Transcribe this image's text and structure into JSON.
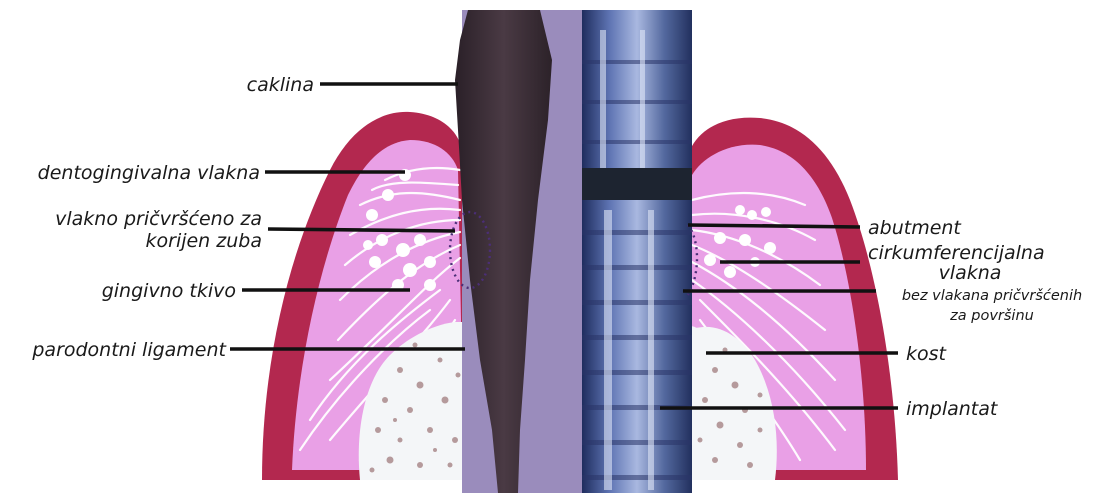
{
  "labels": {
    "caklina": "caklina",
    "dentogingival": "dentogingivalna vlakna",
    "attached_fiber_line1": "vlakno pričvršćeno za",
    "attached_fiber_line2": "korijen zuba",
    "gingiva": "gingivno tkivo",
    "pdl": "parodontni ligament",
    "abutment": "abutment",
    "circumferential_line1": "cirkumferencijalna",
    "circumferential_line2": "vlakna",
    "no_attach_line1": "bez vlakana pričvršćenih",
    "no_attach_line2": "za površinu",
    "bone": "kost",
    "implant": "implantat"
  },
  "colors": {
    "gum_outer": "#b3284f",
    "gum_inner": "#e9a0e6",
    "bone": "#f4f6f8",
    "bone_dots": "#b59a9c",
    "tooth": "#3a2b33",
    "bg_panel": "#9a8cbc",
    "implant": "#3b4f88",
    "abutment_dark": "#1d2430",
    "dotted_ring": "#4b2e77"
  }
}
